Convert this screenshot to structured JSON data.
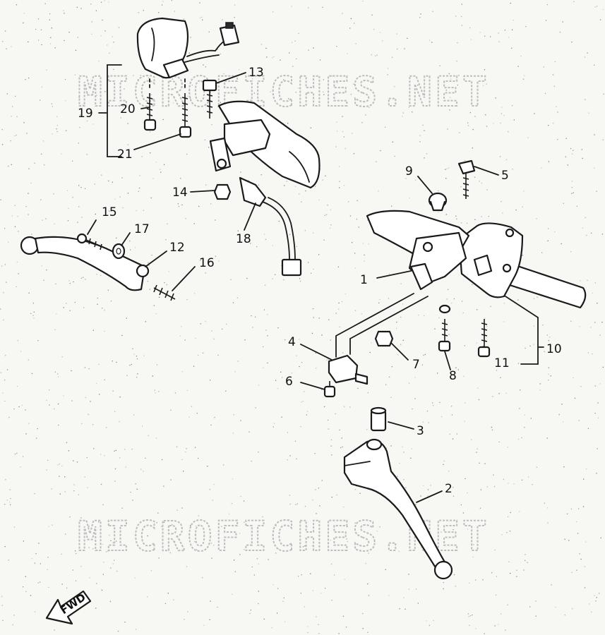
{
  "watermarks": [
    "MICROFICHES.NET",
    "MICROFICHES.NET"
  ],
  "direction_indicator": "FWD",
  "callouts": [
    "1",
    "2",
    "3",
    "4",
    "5",
    "6",
    "7",
    "8",
    "9",
    "10",
    "11",
    "12",
    "13",
    "14",
    "15",
    "16",
    "17",
    "18",
    "19",
    "20",
    "21"
  ],
  "colors": {
    "ink": "#1a1a1a",
    "paper": "#f7f7f4",
    "watermark": "#bdbdbd"
  }
}
